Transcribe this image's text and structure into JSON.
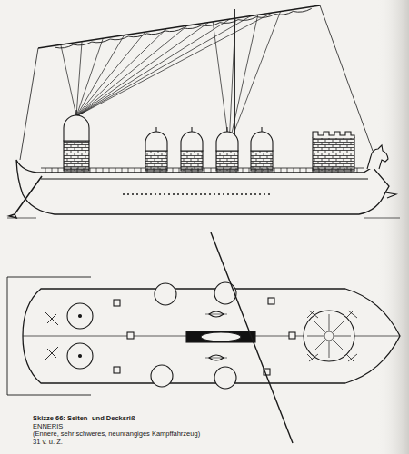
{
  "diagram": {
    "caption": "Skizze 66: Seiten- und Decksriß",
    "labels": [
      "ENNERIS",
      "(Ennere, sehr schweres, neunrangiges Kampffahrzeug)",
      "31 v. u. Z."
    ]
  }
}
